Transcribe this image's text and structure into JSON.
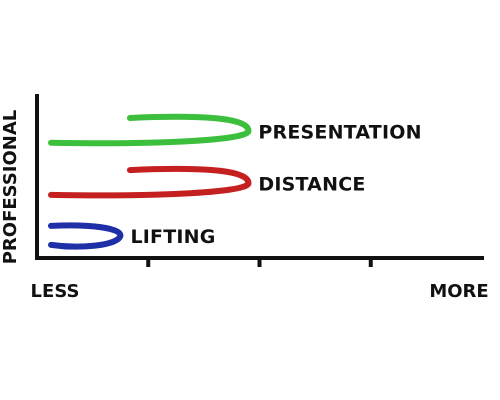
{
  "chart_data": {
    "type": "line",
    "xlabel": "",
    "ylabel": "PROFESSIONAL",
    "xtick_labels": {
      "min": "LESS",
      "max": "MORE"
    },
    "xlim": [
      0,
      4
    ],
    "ylim": [
      0,
      1
    ],
    "xticks": [
      1,
      2,
      3
    ],
    "grid": false,
    "series": [
      {
        "name": "PRESENTATION",
        "color": "#3cbf3c",
        "min": 0,
        "peak": 1.9,
        "level": 0.8
      },
      {
        "name": "DISTANCE",
        "color": "#c42020",
        "min": 0,
        "peak": 1.9,
        "level": 0.47
      },
      {
        "name": "LIFTING",
        "color": "#1e2fa8",
        "min": 0,
        "peak": 0.75,
        "level": 0.14
      }
    ]
  }
}
